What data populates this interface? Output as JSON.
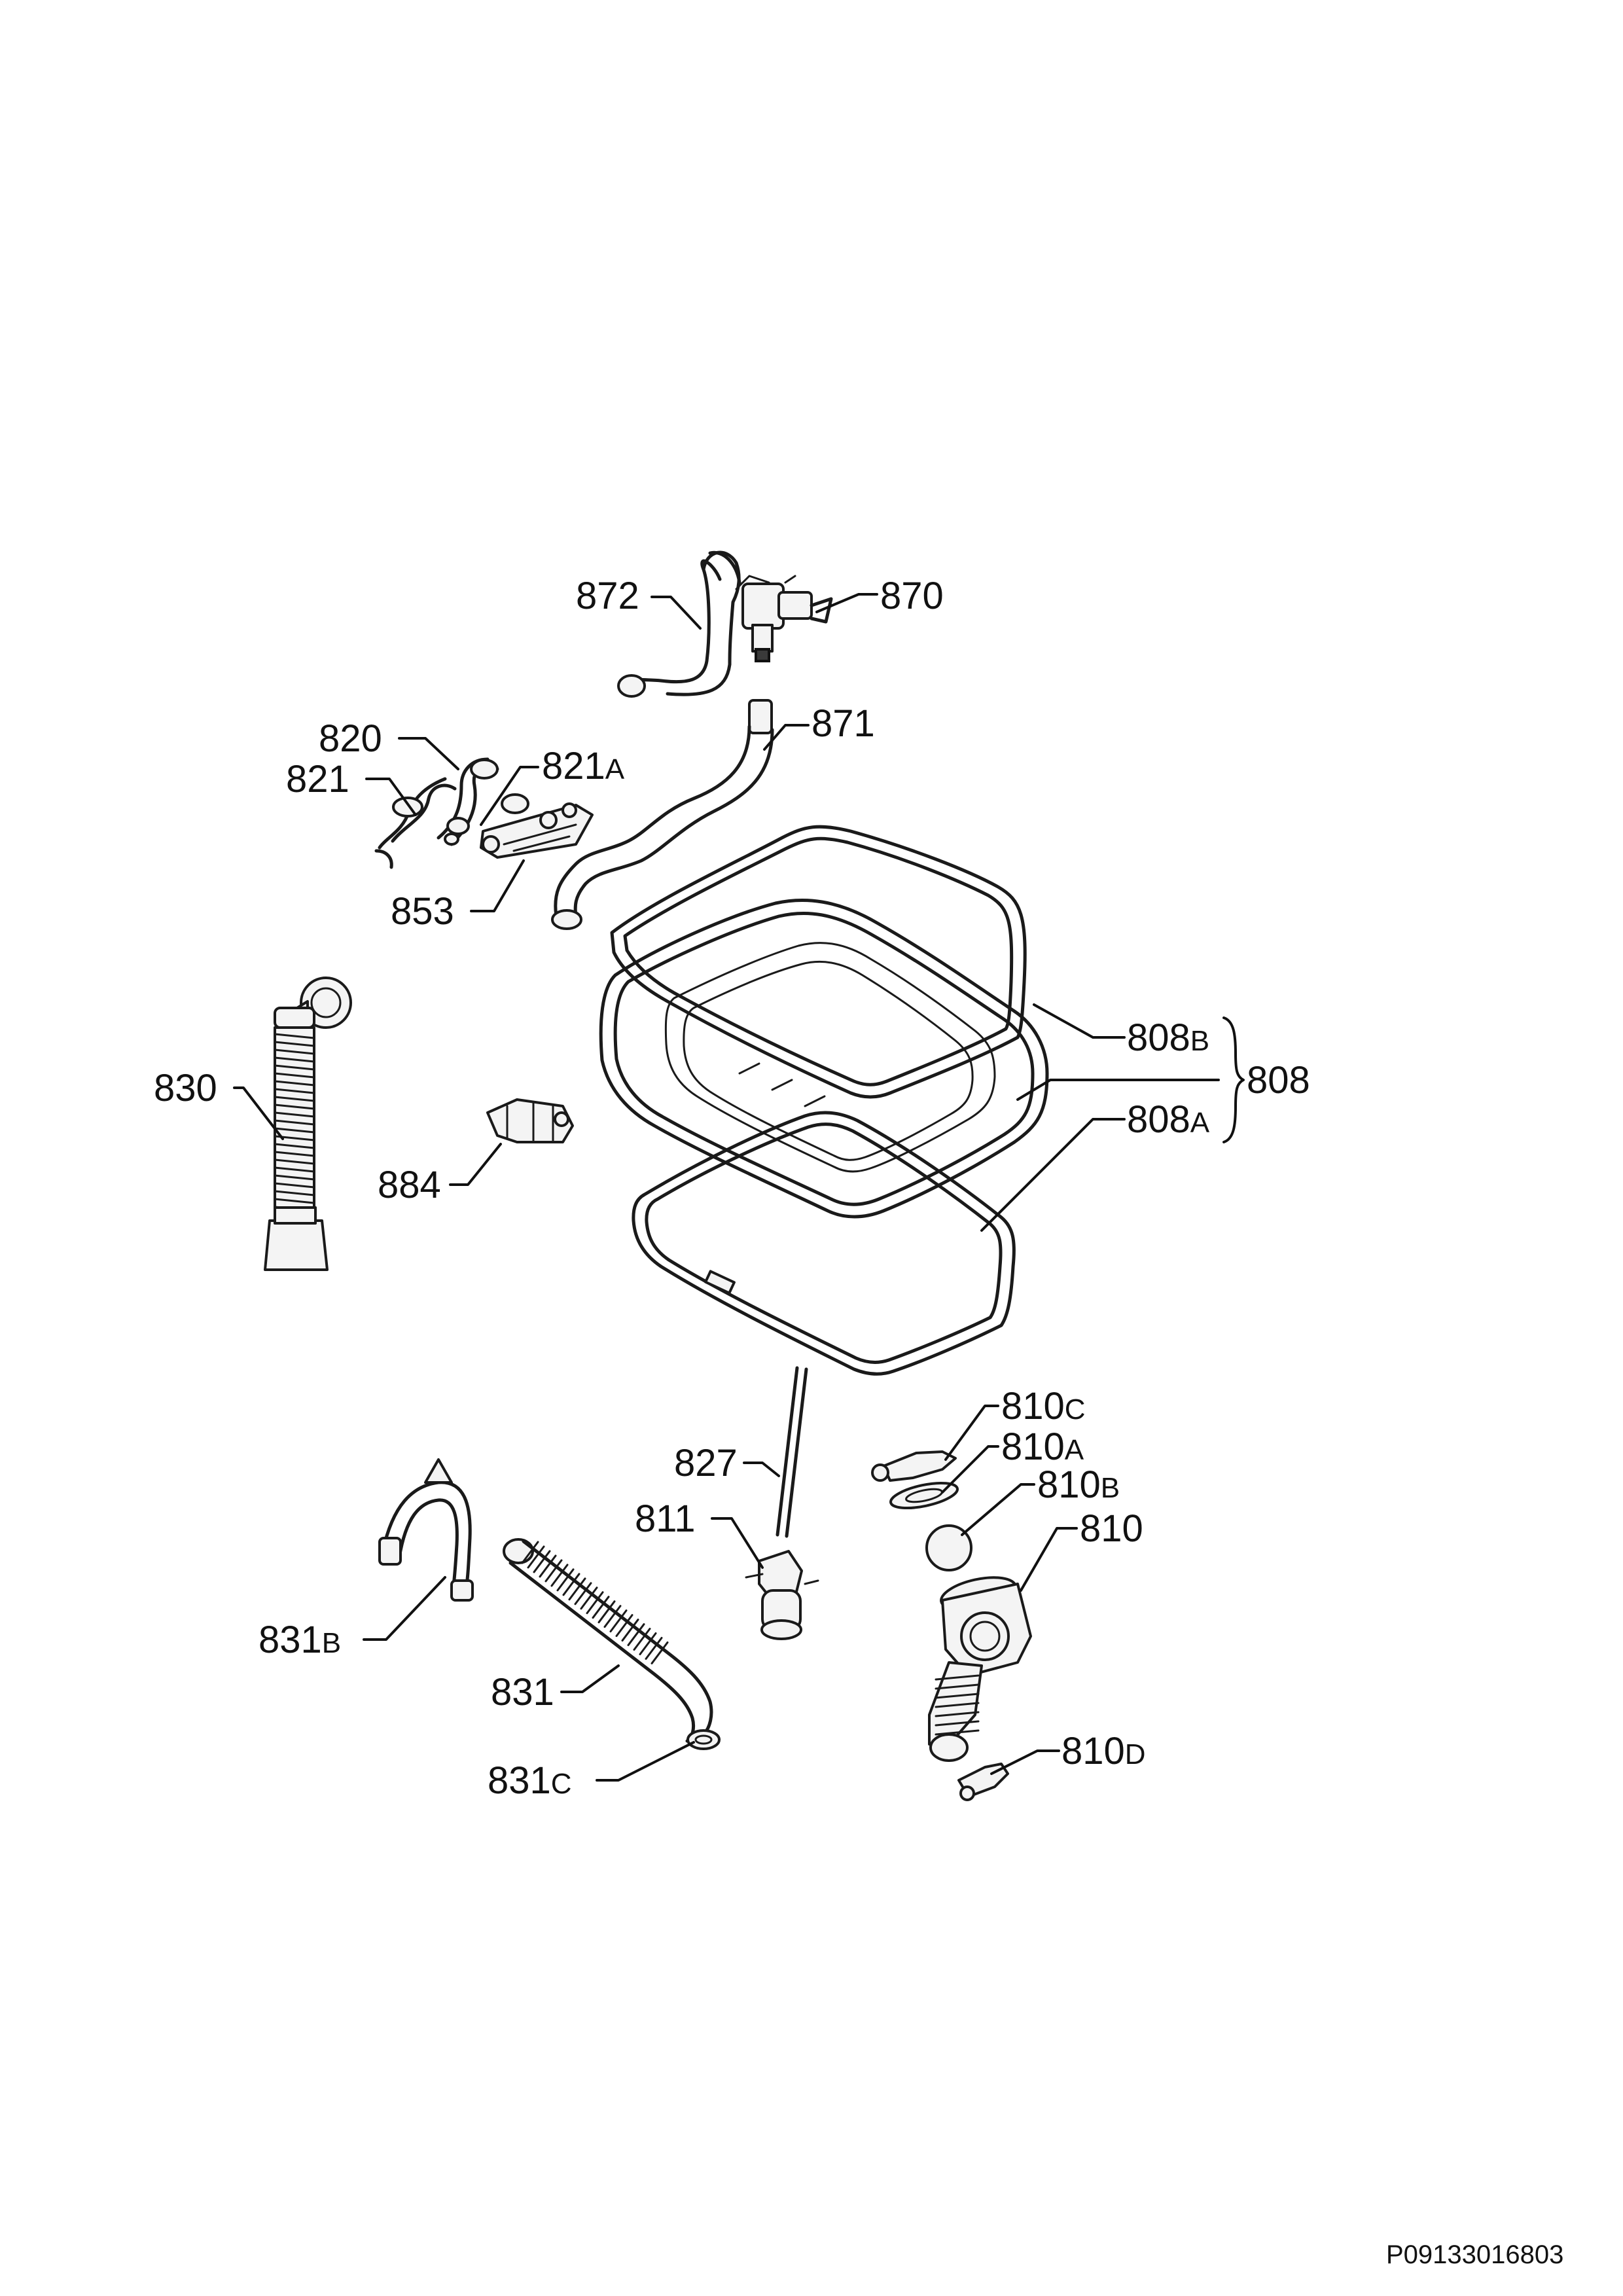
{
  "labels": {
    "l872": "872",
    "l870": "870",
    "l871": "871",
    "l820": "820",
    "l821": "821",
    "l821A": "821",
    "l821A_sfx": "A",
    "l853": "853",
    "l830": "830",
    "l884": "884",
    "l808B": "808",
    "l808B_sfx": "B",
    "l808": "808",
    "l808A": "808",
    "l808A_sfx": "A",
    "l810C": "810",
    "l810C_sfx": "C",
    "l810A": "810",
    "l810A_sfx": "A",
    "l810B": "810",
    "l810B_sfx": "B",
    "l810": "810",
    "l827": "827",
    "l811": "811",
    "l831B": "831",
    "l831B_sfx": "B",
    "l831": "831",
    "l831C": "831",
    "l831C_sfx": "C",
    "l810D": "810",
    "l810D_sfx": "D"
  },
  "document_code": "P09133016803"
}
